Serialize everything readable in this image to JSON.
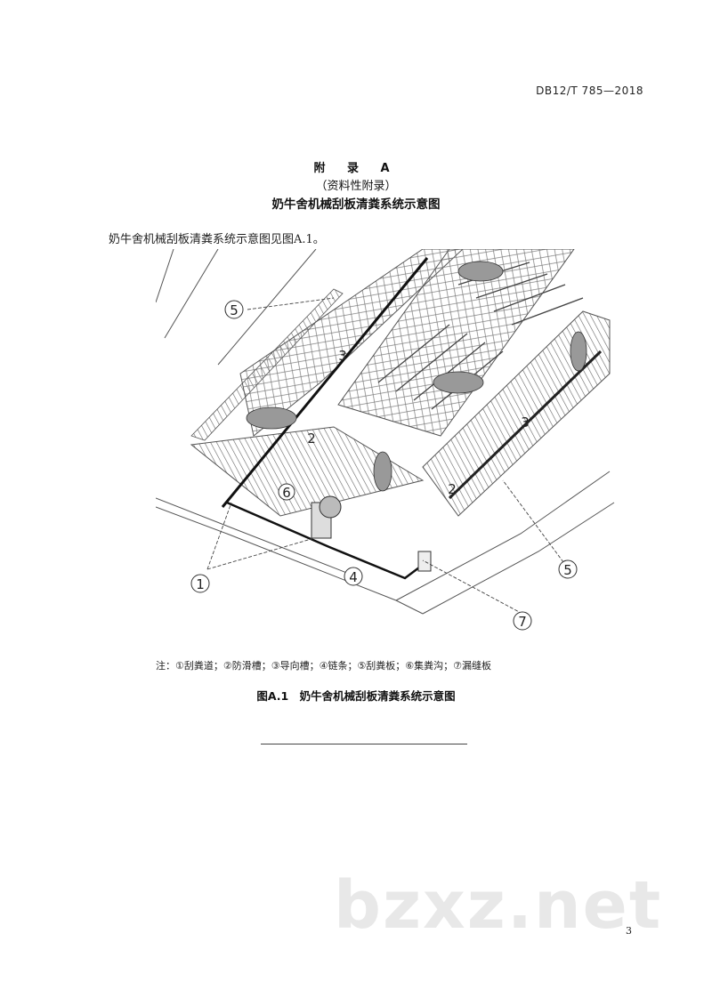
{
  "header": {
    "standard_code": "DB12/T 785—2018"
  },
  "appendix": {
    "title": "附 录 A",
    "subtitle": "（资料性附录）",
    "heading": "奶牛舍机械刮板清粪系统示意图"
  },
  "intro_text": "奶牛舍机械刮板清粪系统示意图见图A.1。",
  "figure": {
    "callouts": [
      "5",
      "3",
      "2",
      "6",
      "2",
      "3",
      "5",
      "1",
      "4",
      "7"
    ],
    "note": "注：①刮粪道；②防滑槽；③导向槽；④链条；⑤刮粪板；⑥集粪沟；⑦漏缝板",
    "caption": "图A.1　奶牛舍机械刮板清粪系统示意图"
  },
  "watermark": "bzxz.net",
  "page_number": "3"
}
